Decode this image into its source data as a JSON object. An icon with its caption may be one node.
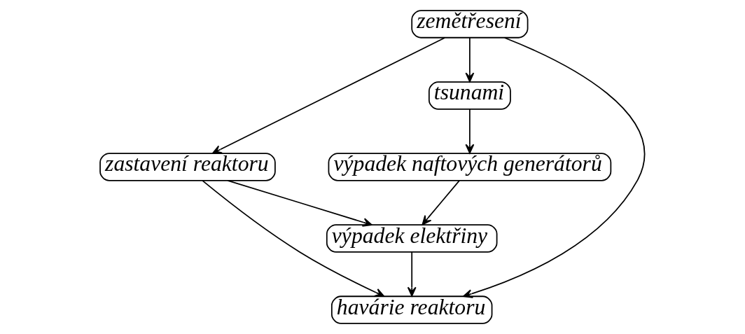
{
  "diagram": {
    "nodes": [
      {
        "text": [
          "zemětřesení"
        ]
      },
      {
        "text": [
          "zastavení reaktoru"
        ]
      },
      {
        "text": [
          "tsunami"
        ]
      },
      {
        "text": [
          "výpadek naftových generátorů"
        ]
      },
      {
        "text": [
          "výpadek elektřiny"
        ]
      },
      {
        "text": [
          "havárie reaktoru"
        ]
      }
    ],
    "edges": [
      {
        "from": 0,
        "to": 1,
        "arrow": "to"
      },
      {
        "from": 0,
        "to": 5,
        "arrow": "to"
      },
      {
        "from": 0,
        "to": 2,
        "arrow": "to"
      },
      {
        "from": 1,
        "to": 5,
        "arrow": "to"
      },
      {
        "from": 1,
        "to": 4,
        "arrow": "to"
      },
      {
        "from": 2,
        "to": 3,
        "arrow": "to"
      },
      {
        "from": 3,
        "to": 4,
        "arrow": "to"
      },
      {
        "from": 4,
        "to": 5,
        "arrow": "to"
      }
    ]
  }
}
